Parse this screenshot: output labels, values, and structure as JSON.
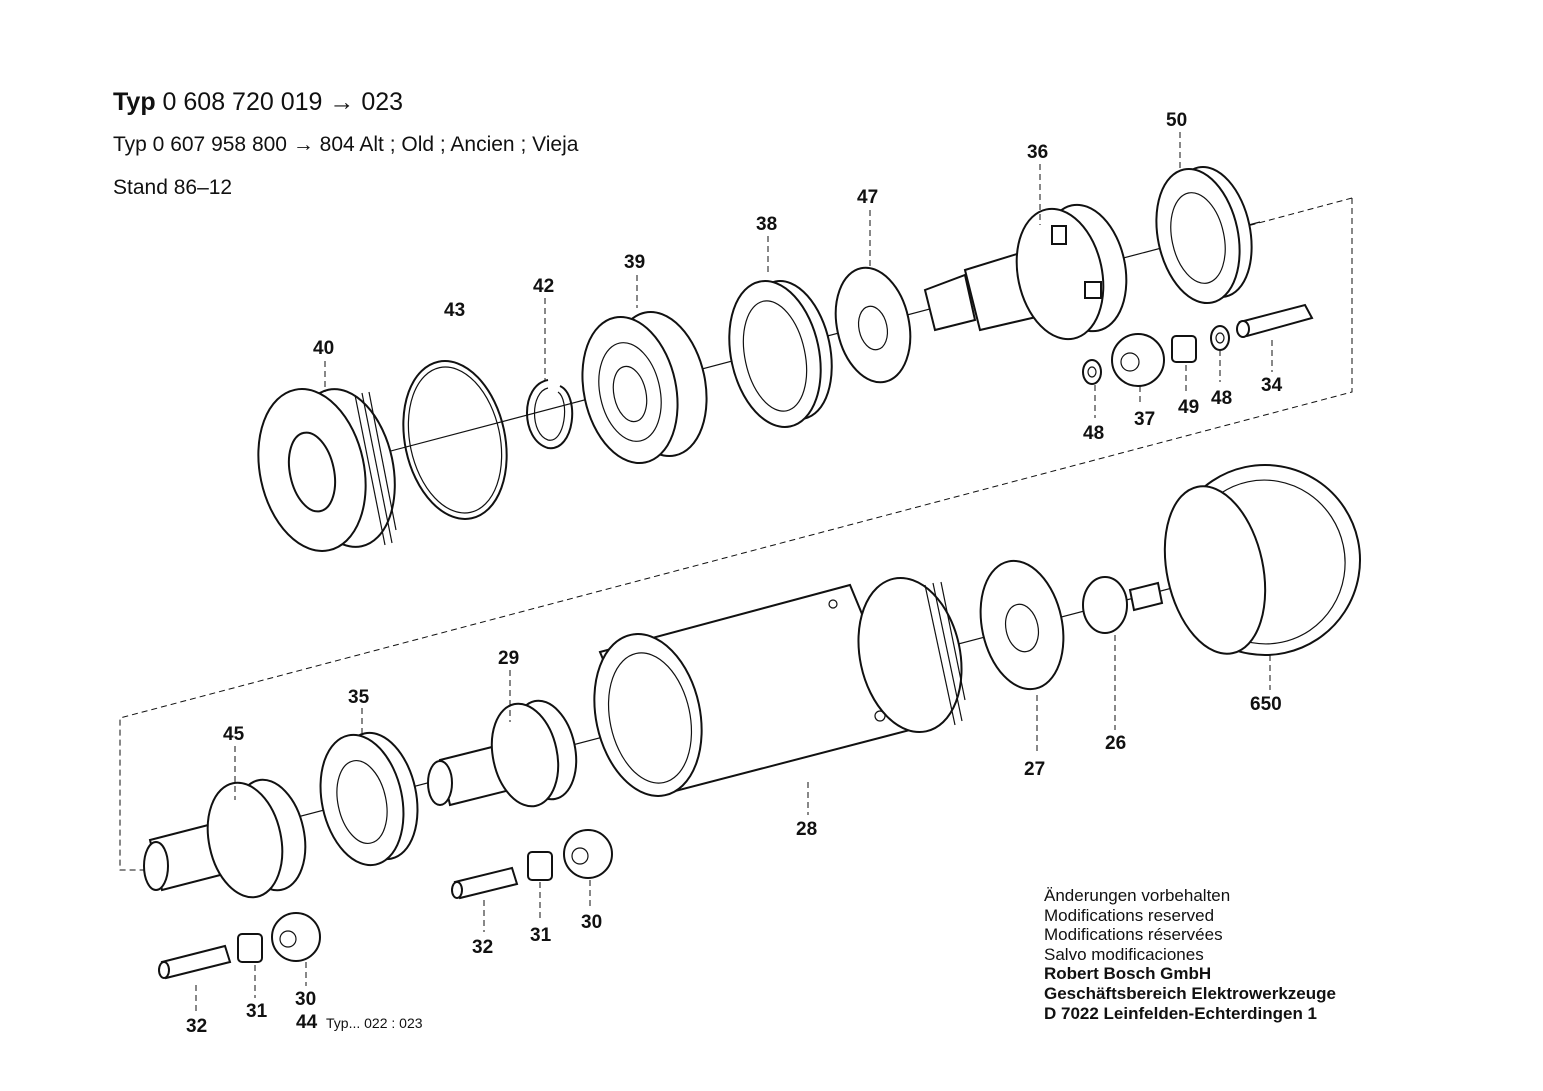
{
  "header": {
    "line1_prefix": "Typ",
    "line1_main": "0 608 720 019 → 023",
    "line2": "Typ 0 607 958 800 → 804  Alt ; Old ; Ancien ; Vieja",
    "line3": "Stand  86–12"
  },
  "labels": {
    "p50": "50",
    "p36": "36",
    "p47": "47",
    "p38": "38",
    "p39": "39",
    "p42": "42",
    "p43": "43",
    "p40": "40",
    "p37": "37",
    "p49": "49",
    "p48a": "48",
    "p48b": "48",
    "p34": "34",
    "p29": "29",
    "p35": "35",
    "p45": "45",
    "p28": "28",
    "p27": "27",
    "p26": "26",
    "p650": "650",
    "p32a": "32",
    "p31a": "31",
    "p30a": "30",
    "p32b": "32",
    "p31b": "31",
    "p30b": "30",
    "p44": "44"
  },
  "note44": "Typ... 022 : 023",
  "footer": {
    "lines": [
      "Änderungen vorbehalten",
      "Modifications reserved",
      "Modifications réservées",
      "Salvo modificaciones"
    ],
    "company": [
      "Robert Bosch GmbH",
      "Geschäftsbereich Elektrowerkzeuge",
      "D 7022 Leinfelden-Echterdingen 1"
    ]
  }
}
